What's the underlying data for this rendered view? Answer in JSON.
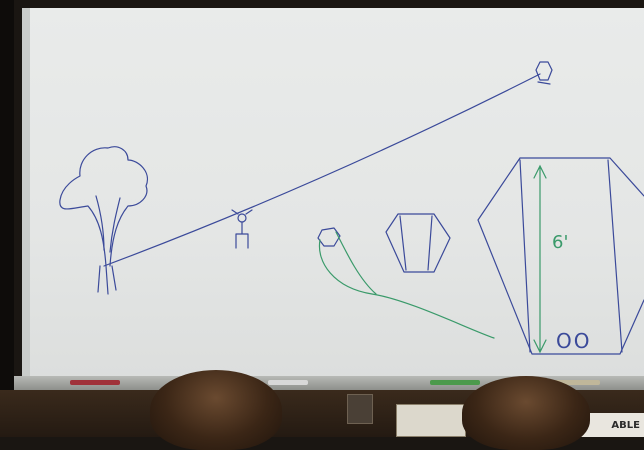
{
  "whiteboard": {
    "height_label": "6'",
    "double_o_label": "OO"
  },
  "sign": {
    "text": "ABLE"
  },
  "colors": {
    "board": "#e6e8e7",
    "blue_marker": "#3b4a9a",
    "green_marker": "#3a9a6a"
  }
}
